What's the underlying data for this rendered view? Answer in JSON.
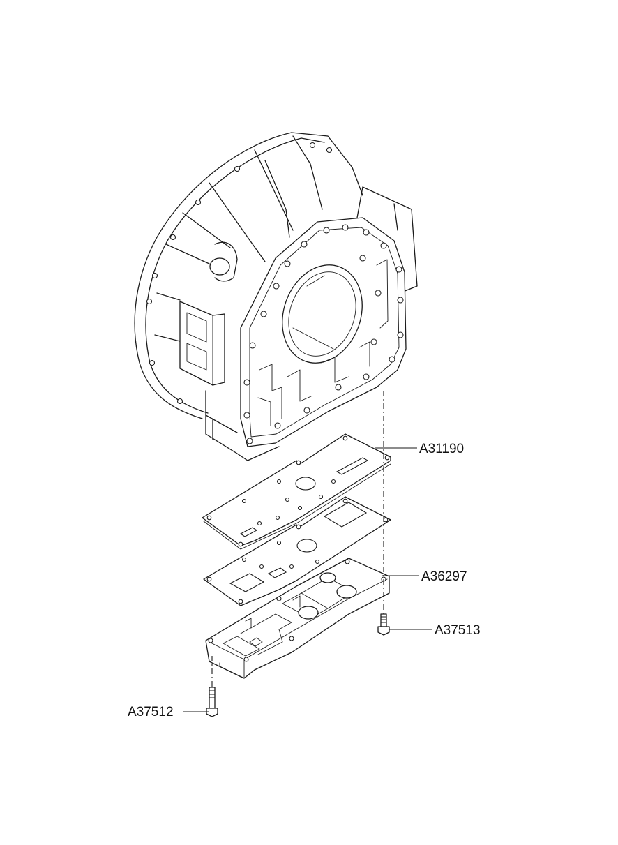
{
  "callouts": {
    "a31190": "A31190",
    "a36297": "A36297",
    "a37513": "A37513",
    "a37512": "A37512"
  },
  "colors": {
    "line": "#1a1a1a",
    "background": "#ffffff"
  }
}
